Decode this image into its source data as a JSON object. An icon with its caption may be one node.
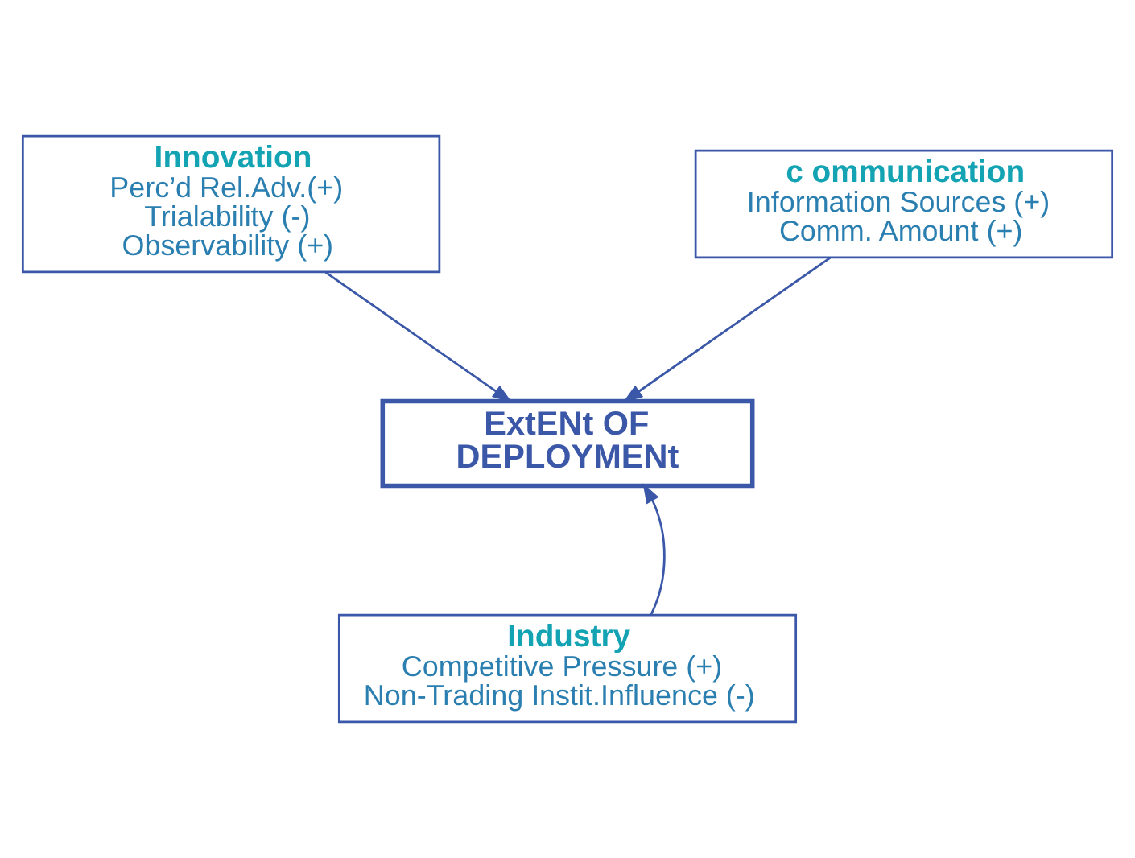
{
  "diagram": {
    "nodes": [
      {
        "text": [
          "Innovation",
          "Perc’d Rel.Adv.(+)",
          "Trialability (-)",
          "Observability (+)"
        ]
      },
      {
        "text": [
          "c ommunication",
          "Information Sources (+)",
          "Comm. Amount (+)"
        ]
      },
      {
        "text": [
          "ExtENt OF DEPLOYMENt"
        ]
      },
      {
        "text": [
          "Industry",
          "Competitive Pressure (+)",
          "Non-Trading Instit.Influence (-)"
        ]
      }
    ],
    "edges": [
      {
        "from": 0,
        "to": 2,
        "arrow": "to"
      },
      {
        "from": 1,
        "to": 2,
        "arrow": "to"
      },
      {
        "from": 3,
        "to": 2,
        "arrow": "to"
      }
    ]
  }
}
